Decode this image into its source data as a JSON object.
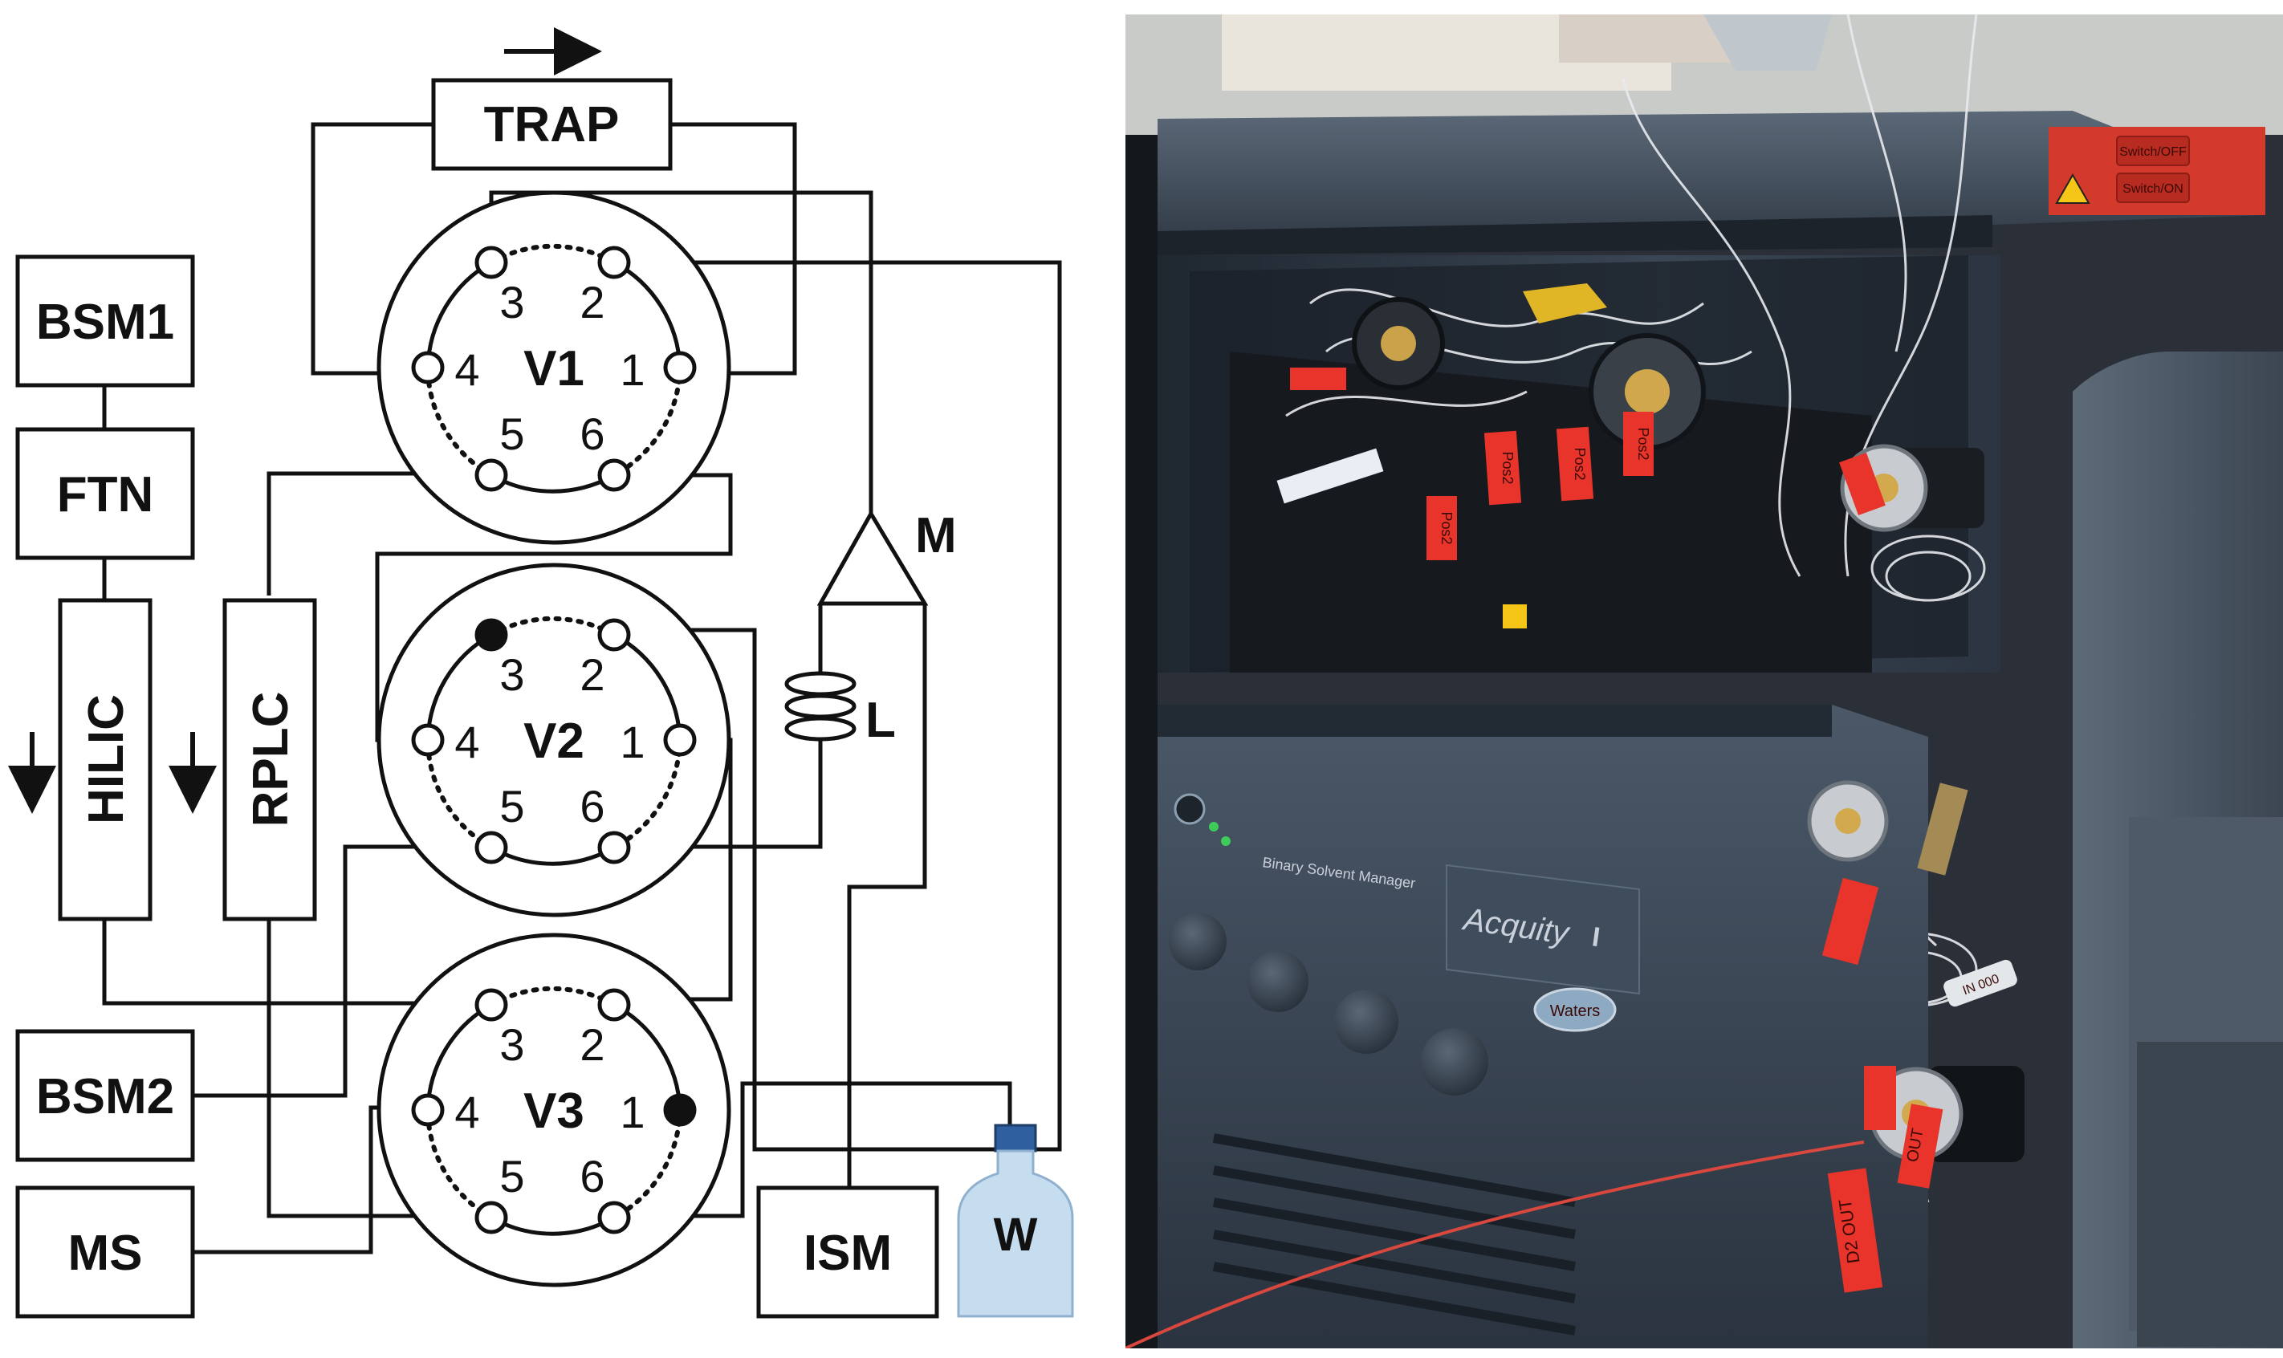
{
  "diagram": {
    "boxes": {
      "trap": "TRAP",
      "bsm1": "BSM1",
      "ftn": "FTN",
      "hilic": "HILIC",
      "rplc": "RPLC",
      "bsm2": "BSM2",
      "ms": "MS",
      "ism": "ISM"
    },
    "valves": {
      "v1": "V1",
      "v2": "V2",
      "v3": "V3"
    },
    "ports": [
      "1",
      "2",
      "3",
      "4",
      "5",
      "6"
    ],
    "mixer_label": "M",
    "loop_label": "L",
    "waste_label": "W",
    "flow_arrow_icon": "right-arrow-icon",
    "column_flow_icon": "down-arrow-icon",
    "colors": {
      "line": "#111111",
      "bottle": "#c6dcef",
      "bottle_cap": "#2f5f9e"
    }
  },
  "photo": {
    "panel_top": [
      "Switch/OFF",
      "Switch/ON"
    ],
    "stickers": [
      "Pos2",
      "Pos2",
      "Pos2",
      "Pos2"
    ],
    "brand": "Acquity",
    "brand_sub": "I",
    "maker": "Waters",
    "tag": "IN 000",
    "out_tag": "D2 OUT",
    "out_short": "OUT",
    "module_label": "Binary Solvent Manager",
    "colors": {
      "chassis": "#2a3440",
      "sticker_red": "#e8342a",
      "tubing_red": "#d8483e"
    }
  }
}
